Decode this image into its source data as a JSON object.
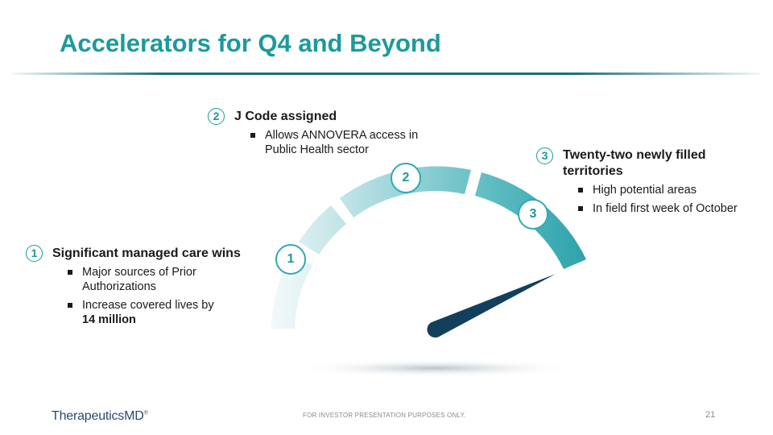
{
  "title": "Accelerators for Q4 and Beyond",
  "items": [
    {
      "number": "1",
      "heading": "Significant managed care wins",
      "bullets": [
        {
          "text": "Major sources of Prior Authorizations"
        },
        {
          "prefix": "Increase covered lives by ",
          "bold": "14 million"
        }
      ]
    },
    {
      "number": "2",
      "heading": "J Code assigned",
      "bullets": [
        {
          "text": "Allows ANNOVERA access in Public Health sector"
        }
      ]
    },
    {
      "number": "3",
      "heading": "Twenty-two newly filled territories",
      "bullets": [
        {
          "text": "High potential areas"
        },
        {
          "text": "In field first week of October"
        }
      ]
    }
  ],
  "gauge_markers": [
    "1",
    "2",
    "3"
  ],
  "gauge_colors": {
    "light": "#d8eef0",
    "mid": "#9fd4d8",
    "dark": "#3aaab2",
    "needle": "#12405c"
  },
  "footer": {
    "logo_name": "TherapeuticsMD",
    "logo_mark": "®",
    "disclaimer": "FOR INVESTOR PRESENTATION PURPOSES ONLY.",
    "page_number": "21"
  }
}
